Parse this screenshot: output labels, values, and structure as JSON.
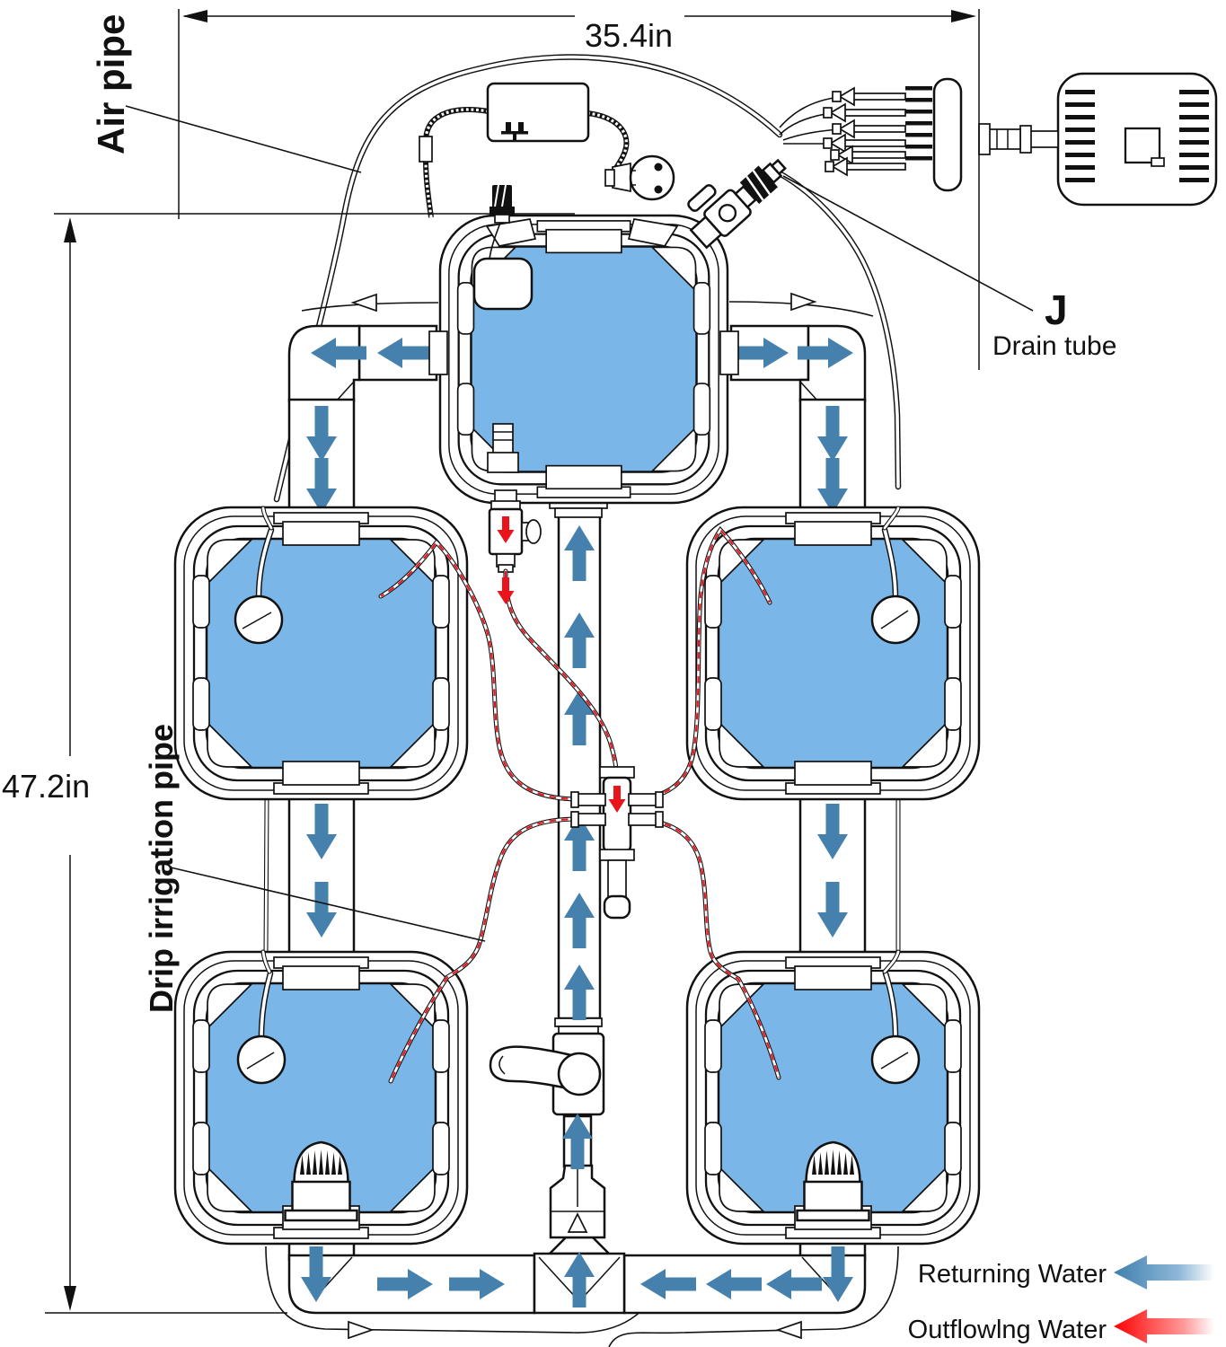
{
  "dimensions": {
    "width_label": "35.4in",
    "height_label": "47.2in"
  },
  "callouts": {
    "air_pipe": "Air pipe",
    "drain_letter": "J",
    "drain_label": "Drain tube",
    "drip_label": "Drip irrigation pipe"
  },
  "legend": {
    "returning": "Returning Water",
    "outflowing": "Outflowlng Water"
  },
  "colors": {
    "water": "#7ab7e8",
    "returning_arrow": "#4681ae",
    "outflowing_arrow": "#ff0000",
    "line": "#111111"
  }
}
